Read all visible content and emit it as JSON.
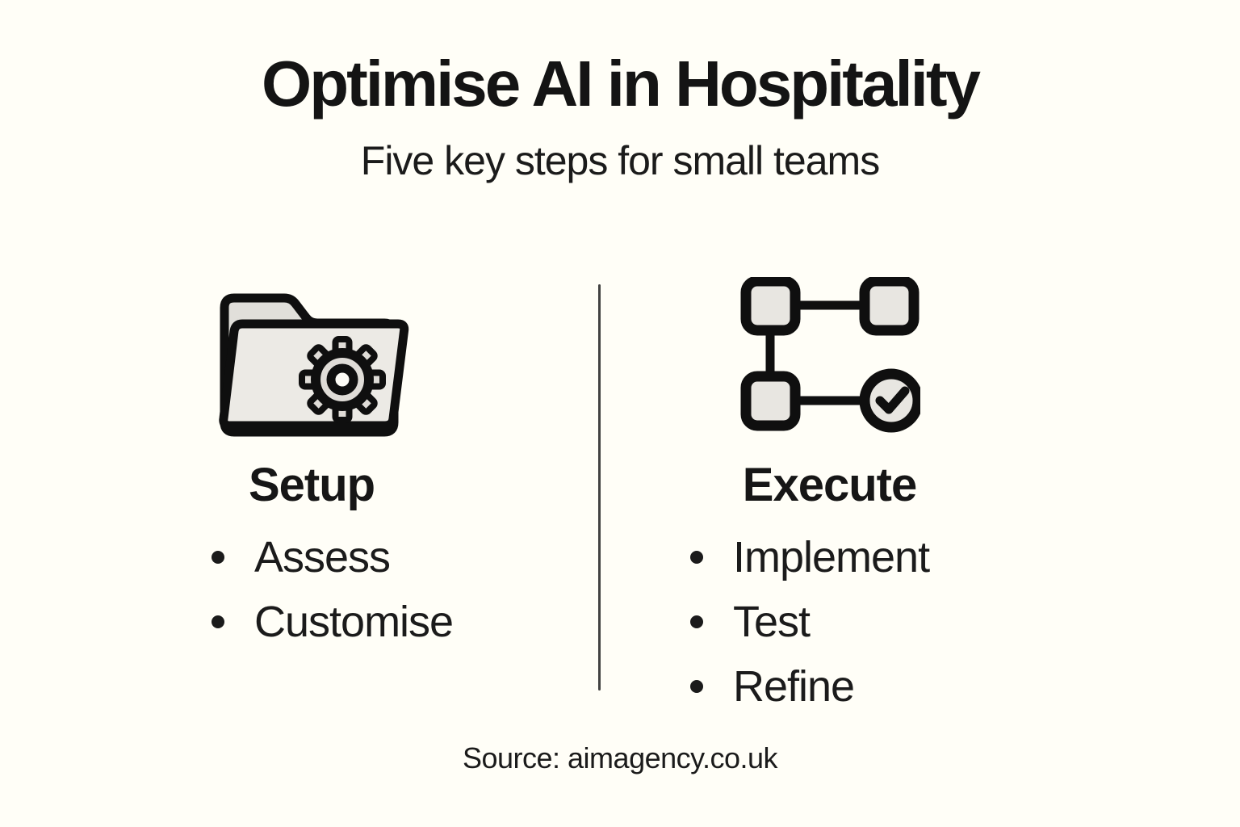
{
  "page": {
    "background_color": "#FFFEF7",
    "text_color": "#161616",
    "divider_color": "#424242",
    "icon_fill_color": "#E8E6E1",
    "icon_back_fill_color": "#E1DFDA",
    "icon_stroke_color": "#0F0F0F"
  },
  "header": {
    "title": "Optimise AI in Hospitality",
    "subtitle": "Five key steps for small teams"
  },
  "columns": [
    {
      "heading": "Setup",
      "icon": "folder-gear-icon",
      "bullets": [
        "Assess",
        "Customise"
      ]
    },
    {
      "heading": "Execute",
      "icon": "workflow-check-icon",
      "bullets": [
        "Implement",
        "Test",
        "Refine"
      ]
    }
  ],
  "footer": {
    "source": "Source: aimagency.co.uk"
  }
}
